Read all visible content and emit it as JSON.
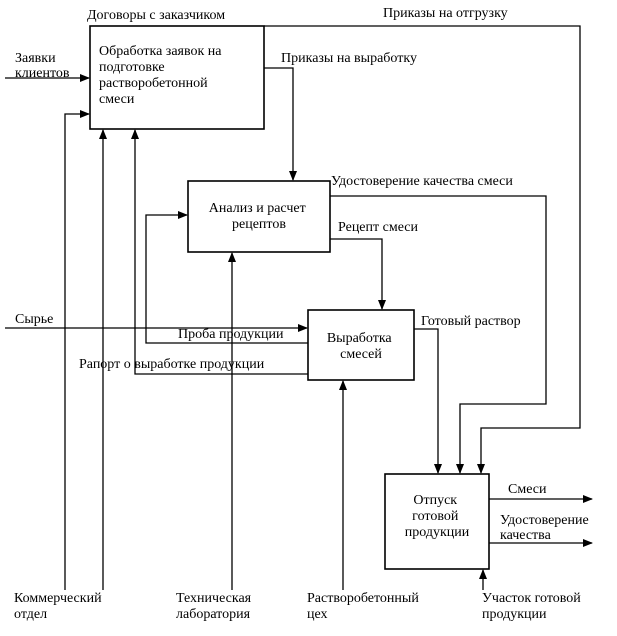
{
  "boxes": {
    "processing": [
      "Обработка заявок на",
      "подготовке",
      "растворобетонной",
      "смеси"
    ],
    "analysis": [
      "Анализ и расчет",
      "рецептов"
    ],
    "production": [
      "Выработка",
      "смесей"
    ],
    "release": [
      "Отпуск",
      "готовой",
      "продукции"
    ]
  },
  "labels": {
    "contracts": "Договоры с заказчиком",
    "shipping_orders": "Приказы на отгрузку",
    "client_requests": [
      "Заявки",
      "клиентов"
    ],
    "production_orders": "Приказы на выработку",
    "quality_cert": "Удостоверение качества смеси",
    "recipe": "Рецепт смеси",
    "raw_material": "Сырье",
    "sample": "Проба продукции",
    "ready_mix": "Готовый раствор",
    "report": "Рапорт о выработке продукции",
    "mixes": "Смеси",
    "quality_out": [
      "Удостоверение",
      "качества"
    ],
    "commercial": [
      "Коммерческий",
      "отдел"
    ],
    "tech_lab": [
      "Техническая",
      "лаборатория"
    ],
    "mortar_shop": [
      "Растворобетонный",
      "цех"
    ],
    "finished_area": [
      "Участок готовой",
      "продукции"
    ]
  }
}
